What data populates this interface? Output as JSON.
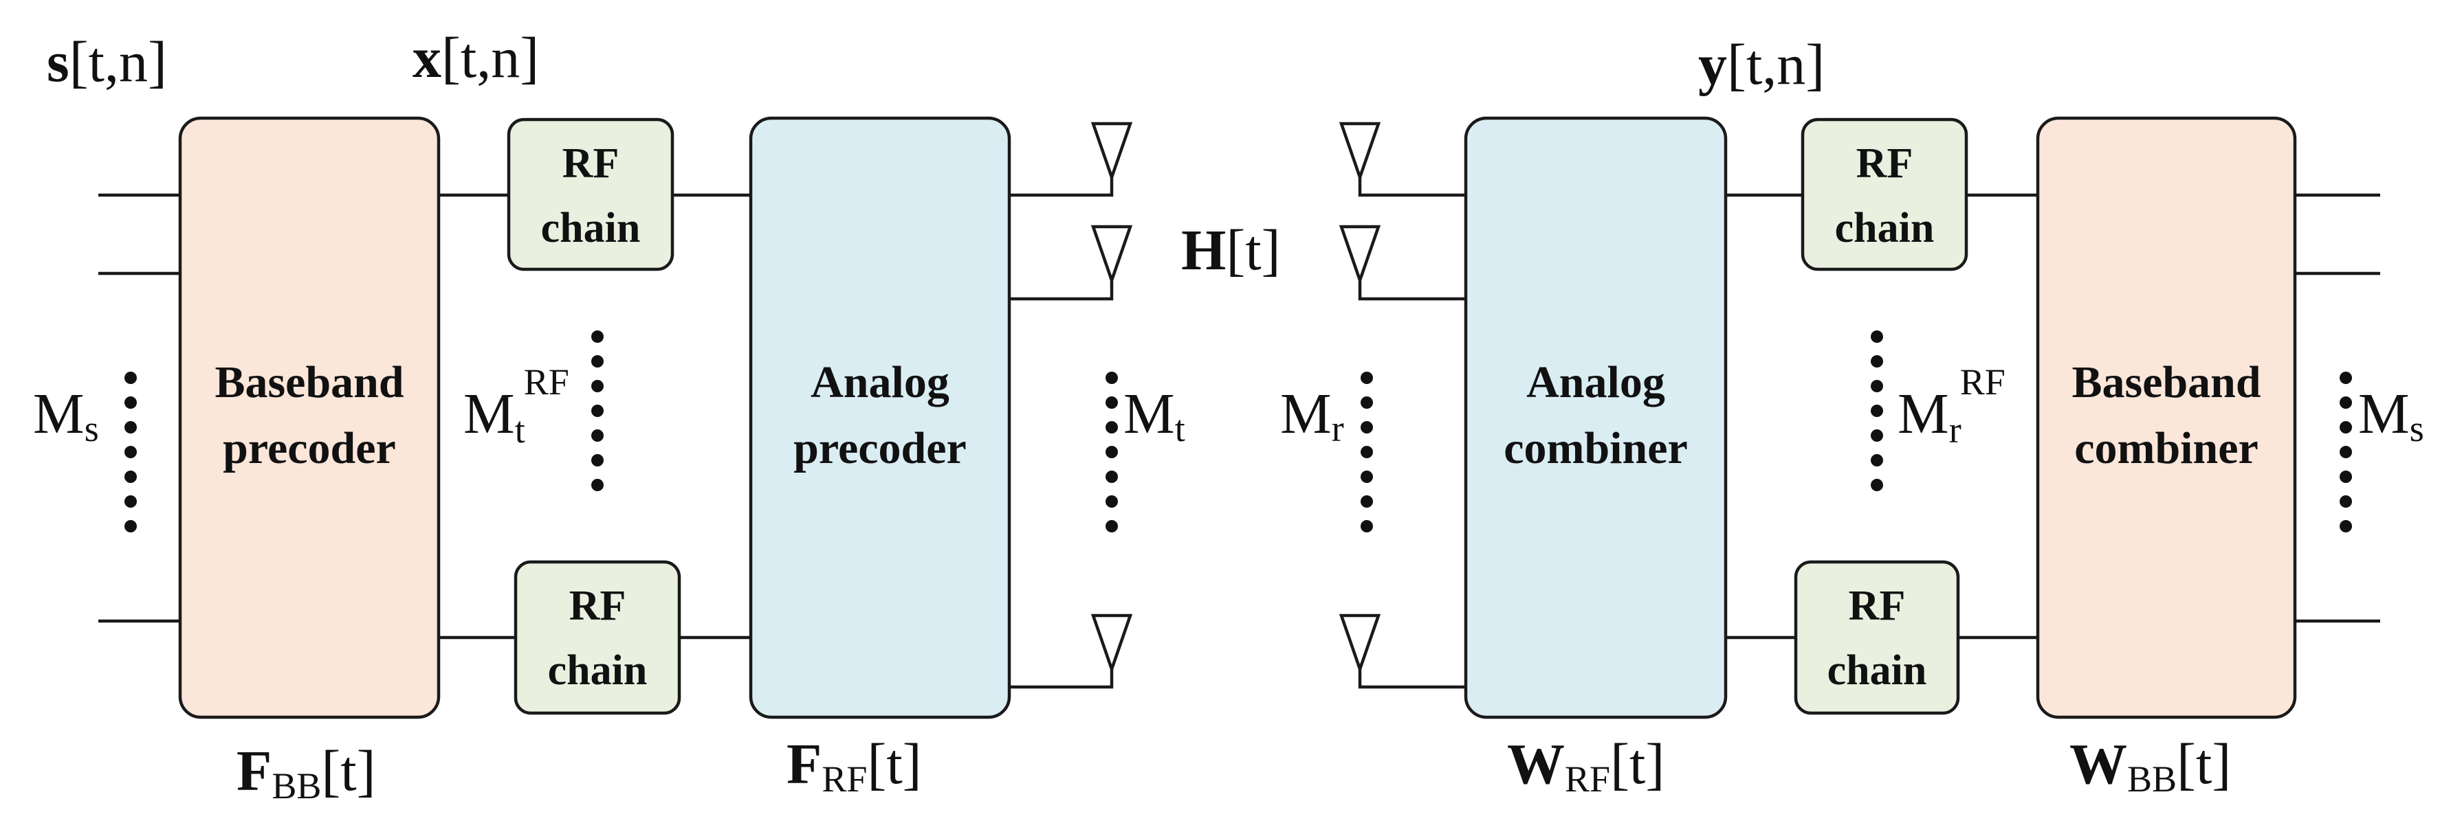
{
  "blocks": {
    "baseband_precoder": {
      "line1": "Baseband",
      "line2": "precoder",
      "fill": "#fbe6da"
    },
    "analog_precoder": {
      "line1": "Analog",
      "line2": "precoder",
      "fill": "#daedf3"
    },
    "analog_combiner": {
      "line1": "Analog",
      "line2": "combiner",
      "fill": "#daedf3"
    },
    "baseband_combiner": {
      "line1": "Baseband",
      "line2": "combiner",
      "fill": "#fbe6da"
    },
    "rf_chain": {
      "line1": "RF",
      "line2": "chain",
      "fill": "#e9f0df"
    }
  },
  "signals": {
    "s": {
      "sym": "s",
      "arg": "[t,n]"
    },
    "x": {
      "sym": "x",
      "arg": "[t,n]"
    },
    "y": {
      "sym": "y",
      "arg": "[t,n]"
    },
    "H": {
      "sym": "H",
      "arg": "[t]"
    },
    "F_BB": {
      "sym": "F",
      "sub": "BB",
      "arg": "[t]"
    },
    "F_RF": {
      "sym": "F",
      "sub": "RF",
      "arg": "[t]"
    },
    "W_RF": {
      "sym": "W",
      "sub": "RF",
      "arg": "[t]"
    },
    "W_BB": {
      "sym": "W",
      "sub": "BB",
      "arg": "[t]"
    }
  },
  "dimensions": {
    "Ms": {
      "base": "M",
      "sub": "s"
    },
    "MtRF": {
      "base": "M",
      "sub": "t",
      "sup": "RF"
    },
    "Mt": {
      "base": "M",
      "sub": "t"
    },
    "Mr": {
      "base": "M",
      "sub": "r"
    },
    "MrRF": {
      "base": "M",
      "sub": "r",
      "sup": "RF"
    }
  }
}
